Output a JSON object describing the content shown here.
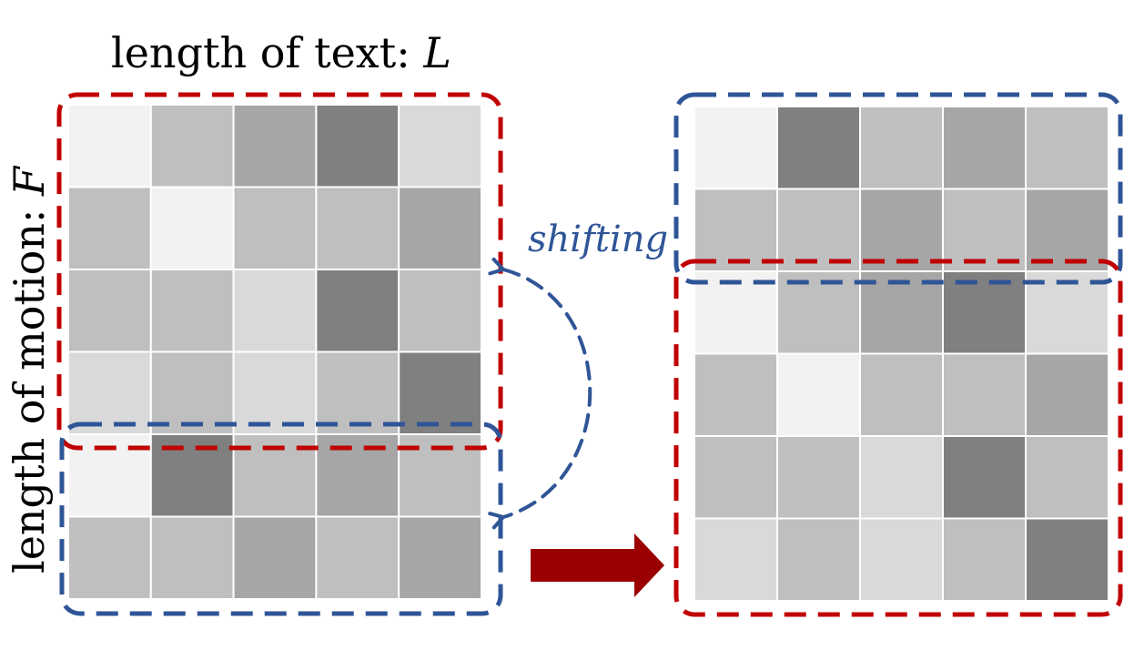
{
  "title": {
    "prefix": "length of text: ",
    "var": "L"
  },
  "side_label": {
    "prefix": "length of motion: ",
    "var": "F"
  },
  "shift_label": "shifting",
  "colors": {
    "red": "#C00000",
    "blue": "#2F5597",
    "arrow": "#9B0000"
  },
  "left_matrix": [
    [
      "#F2F2F2",
      "#BFBFBF",
      "#A6A6A6",
      "#808080",
      "#D9D9D9"
    ],
    [
      "#BFBFBF",
      "#F2F2F2",
      "#BFBFBF",
      "#BFBFBF",
      "#A6A6A6"
    ],
    [
      "#BFBFBF",
      "#BFBFBF",
      "#D9D9D9",
      "#808080",
      "#BFBFBF"
    ],
    [
      "#D9D9D9",
      "#BFBFBF",
      "#D9D9D9",
      "#BFBFBF",
      "#808080"
    ],
    [
      "#F2F2F2",
      "#808080",
      "#BFBFBF",
      "#A6A6A6",
      "#BFBFBF"
    ],
    [
      "#BFBFBF",
      "#BFBFBF",
      "#A6A6A6",
      "#BFBFBF",
      "#A6A6A6"
    ]
  ],
  "right_matrix": [
    [
      "#F2F2F2",
      "#808080",
      "#BFBFBF",
      "#A6A6A6",
      "#BFBFBF"
    ],
    [
      "#BFBFBF",
      "#BFBFBF",
      "#A6A6A6",
      "#BFBFBF",
      "#A6A6A6"
    ],
    [
      "#F2F2F2",
      "#BFBFBF",
      "#A6A6A6",
      "#808080",
      "#D9D9D9"
    ],
    [
      "#BFBFBF",
      "#F2F2F2",
      "#BFBFBF",
      "#BFBFBF",
      "#A6A6A6"
    ],
    [
      "#BFBFBF",
      "#BFBFBF",
      "#D9D9D9",
      "#808080",
      "#BFBFBF"
    ],
    [
      "#D9D9D9",
      "#BFBFBF",
      "#D9D9D9",
      "#BFBFBF",
      "#808080"
    ]
  ]
}
